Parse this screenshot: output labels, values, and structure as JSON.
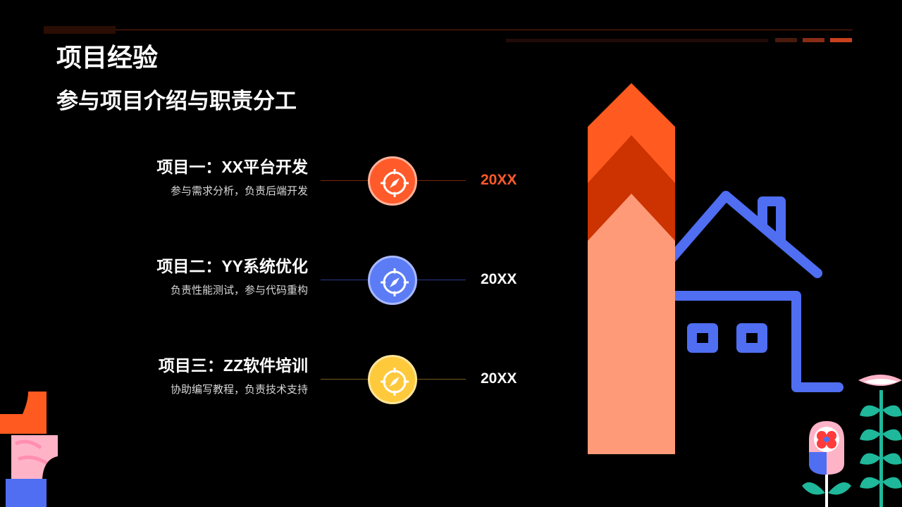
{
  "header": {
    "title": "项目经验",
    "subtitle": "参与项目介绍与职责分工"
  },
  "projects": [
    {
      "title": "项目一：XX平台开发",
      "description": "参与需求分析，负责后端开发",
      "year": "20XX",
      "icon": "compass-icon",
      "color": "#ff5a2a",
      "ring_color": "#ffb199",
      "year_color": "#ff5a2a"
    },
    {
      "title": "项目二：YY系统优化",
      "description": "负责性能测试，参与代码重构",
      "year": "20XX",
      "icon": "compass-icon",
      "color": "#5b7cf5",
      "ring_color": "#a9b9ff",
      "year_color": "#ffffff"
    },
    {
      "title": "项目三：ZZ软件培训",
      "description": "协助编写教程，负责技术支持",
      "year": "20XX",
      "icon": "compass-icon",
      "color": "#ffc93c",
      "ring_color": "#ffe59a",
      "year_color": "#ffffff"
    }
  ],
  "colors": {
    "accent_orange": "#ff5a2a",
    "accent_blue": "#4f6ef2",
    "accent_yellow": "#ffc93c",
    "background": "#000000"
  },
  "illustration": {
    "icons": [
      "arrow-up-icon",
      "house-icon",
      "flower-icon",
      "leaf-stem-icon",
      "number-one-icon"
    ]
  }
}
